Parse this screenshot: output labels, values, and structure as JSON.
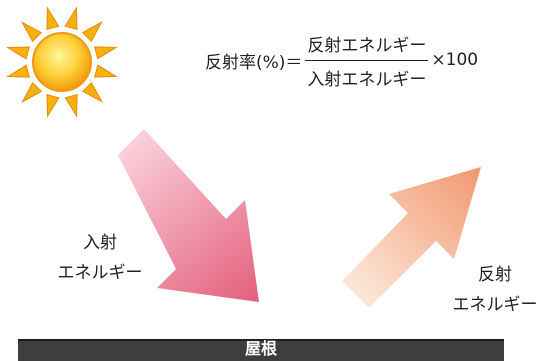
{
  "formula": {
    "lhs": "反射率(%)",
    "equals": "＝",
    "numerator": "反射エネルギー",
    "denominator": "入射エネルギー",
    "times": "×100"
  },
  "incident": {
    "line1": "入射",
    "line2": "エネルギー",
    "color": "#e8708a"
  },
  "reflected": {
    "line1": "反射",
    "line2": "エネルギー",
    "color": "#f2a07a"
  },
  "roof": {
    "label": "屋根",
    "color": "#3e3e3e"
  },
  "sun": {
    "icon": "sun-icon",
    "color": "#f6b10d"
  }
}
